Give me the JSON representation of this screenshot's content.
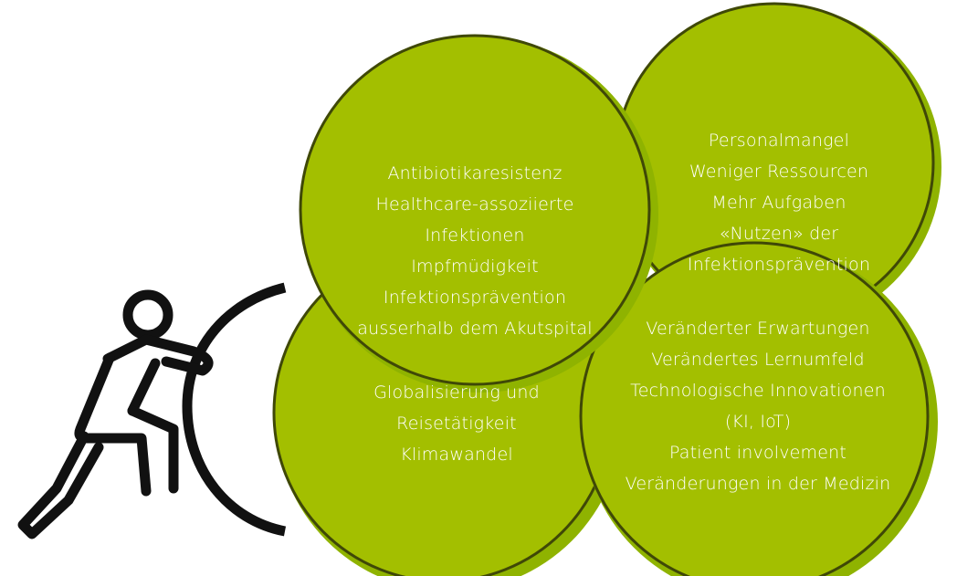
{
  "colors": {
    "fill": "#a3bf00",
    "shadow": "#8fb300",
    "outline": "#3f4807",
    "figure": "#111111",
    "text": "#ffffff"
  },
  "icon": "person-pushing-icon",
  "circles": {
    "top_left": {
      "lines": [
        "Antibiotikaresistenz",
        "Healthcare-assoziierte",
        "Infektionen",
        "Impfmüdigkeit",
        "Infektionsprävention",
        "ausserhalb dem Akutspital"
      ]
    },
    "top_right": {
      "lines": [
        "Personalmangel",
        "Weniger Ressourcen",
        "Mehr Aufgaben",
        "«Nutzen» der",
        "Infektionsprävention"
      ]
    },
    "bottom_left": {
      "lines": [
        "Globalisierung und",
        "Reisetätigkeit",
        "Klimawandel"
      ]
    },
    "bottom_right": {
      "lines": [
        "Veränderter Erwartungen",
        "Verändertes Lernumfeld",
        "Technologische Innovationen",
        "(KI, IoT)",
        "Patient involvement",
        "Veränderungen in der Medizin"
      ]
    }
  }
}
